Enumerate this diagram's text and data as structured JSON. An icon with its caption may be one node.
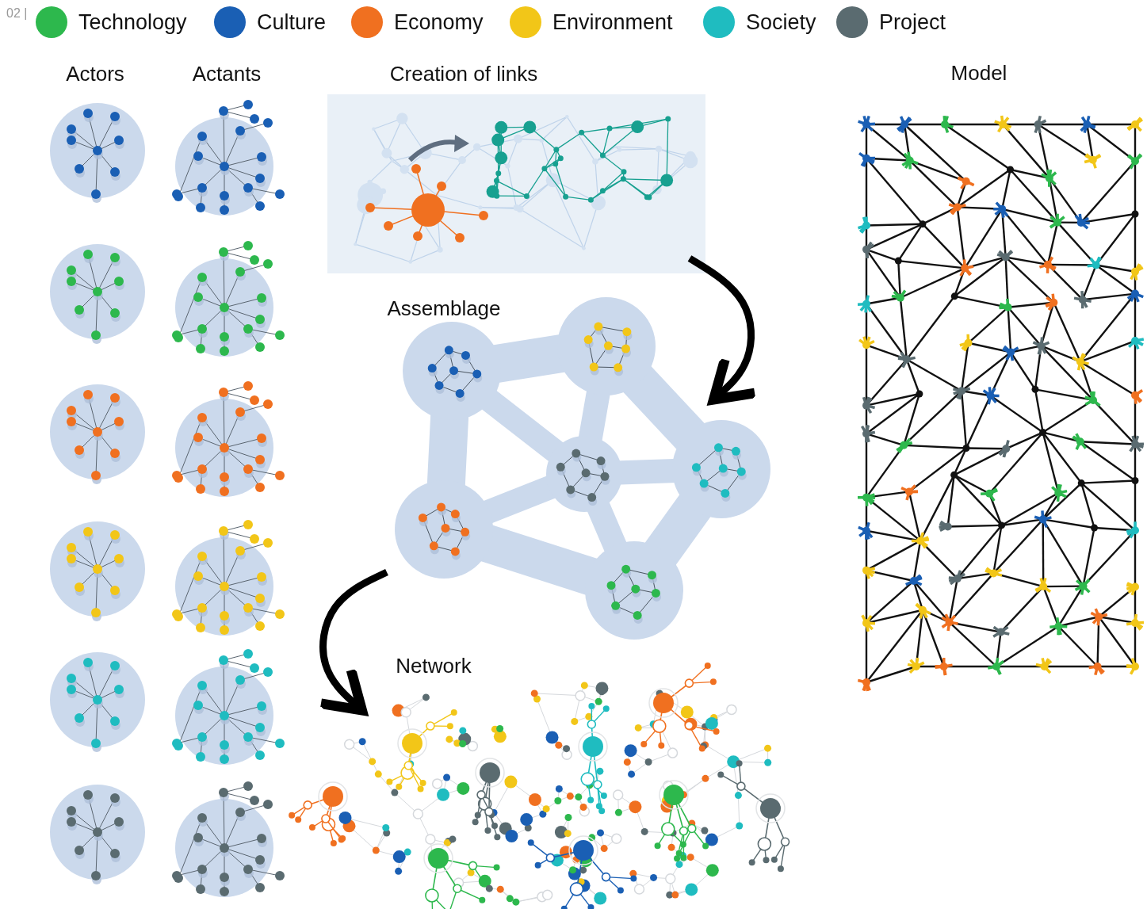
{
  "diagram": {
    "nodes": [
      {
        "text": [
          "Actors"
        ]
      },
      {
        "text": [
          "Actants"
        ]
      },
      {
        "text": [
          "Creation of links"
        ]
      },
      {
        "text": [
          "Assemblage"
        ]
      },
      {
        "text": [
          "Network"
        ]
      },
      {
        "text": [
          "Model"
        ]
      }
    ],
    "edges": [
      {
        "from": 2,
        "to": 3,
        "arrow": "to"
      },
      {
        "from": 3,
        "to": 4,
        "arrow": "to"
      }
    ],
    "labels": [
      "02 |"
    ],
    "legend": [
      {
        "text": "Technology",
        "color": "#2db84d"
      },
      {
        "text": "Culture",
        "color": "#1a5fb4"
      },
      {
        "text": "Economy",
        "color": "#f07020"
      },
      {
        "text": "Environment",
        "color": "#f2c618"
      },
      {
        "text": "Society",
        "color": "#1fbcc0"
      },
      {
        "text": "Project",
        "color": "#5a6b70"
      }
    ]
  }
}
